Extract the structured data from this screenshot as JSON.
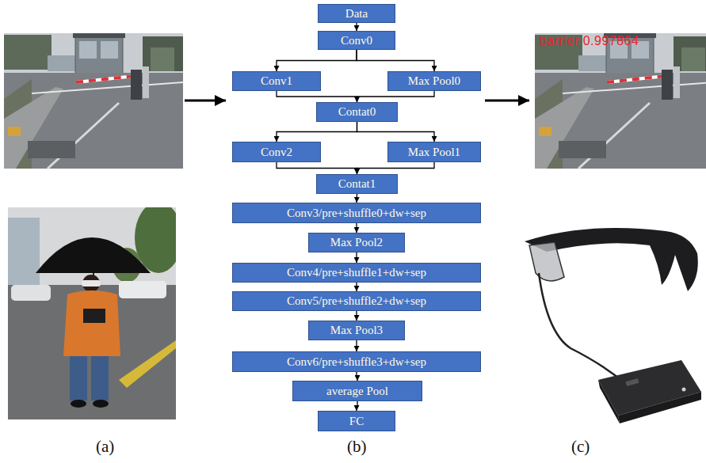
{
  "diagram": {
    "nodes": [
      {
        "text": [
          "Data"
        ]
      },
      {
        "text": [
          "Conv0"
        ]
      },
      {
        "text": [
          "Conv1"
        ]
      },
      {
        "text": [
          "Max Pool0"
        ]
      },
      {
        "text": [
          "Contat0"
        ]
      },
      {
        "text": [
          "Conv2"
        ]
      },
      {
        "text": [
          "Max Pool1"
        ]
      },
      {
        "text": [
          "Contat1"
        ]
      },
      {
        "text": [
          "Conv3/pre+shuffle0+dw+sep"
        ]
      },
      {
        "text": [
          "Max Pool2"
        ]
      },
      {
        "text": [
          "Conv4/pre+shuffle1+dw+sep"
        ]
      },
      {
        "text": [
          "Conv5/pre+shuffle2+dw+sep"
        ]
      },
      {
        "text": [
          "Max Pool3"
        ]
      },
      {
        "text": [
          "Conv6/pre+shuffle3+dw+sep"
        ]
      },
      {
        "text": [
          "average Pool"
        ]
      },
      {
        "text": [
          "FC"
        ]
      }
    ],
    "edges": [
      {
        "from": 0,
        "to": 1,
        "arrow": "to"
      },
      {
        "from": 1,
        "to": 2,
        "arrow": "to"
      },
      {
        "from": 1,
        "to": 3,
        "arrow": "to"
      },
      {
        "from": 2,
        "to": 4,
        "arrow": "to"
      },
      {
        "from": 3,
        "to": 4,
        "arrow": "to"
      },
      {
        "from": 4,
        "to": 5,
        "arrow": "to"
      },
      {
        "from": 4,
        "to": 6,
        "arrow": "to"
      },
      {
        "from": 5,
        "to": 7,
        "arrow": "to"
      },
      {
        "from": 6,
        "to": 7,
        "arrow": "to"
      },
      {
        "from": 7,
        "to": 8,
        "arrow": "to"
      },
      {
        "from": 8,
        "to": 9,
        "arrow": "to"
      },
      {
        "from": 9,
        "to": 10,
        "arrow": "to"
      },
      {
        "from": 10,
        "to": 11,
        "arrow": "to"
      },
      {
        "from": 11,
        "to": 12,
        "arrow": "to"
      },
      {
        "from": 12,
        "to": 13,
        "arrow": "to"
      },
      {
        "from": 13,
        "to": 14,
        "arrow": "to"
      },
      {
        "from": 14,
        "to": 15,
        "arrow": "to"
      }
    ],
    "labels": [
      "barrier 0.997864",
      "(a)",
      "(b)",
      "(c)"
    ]
  }
}
